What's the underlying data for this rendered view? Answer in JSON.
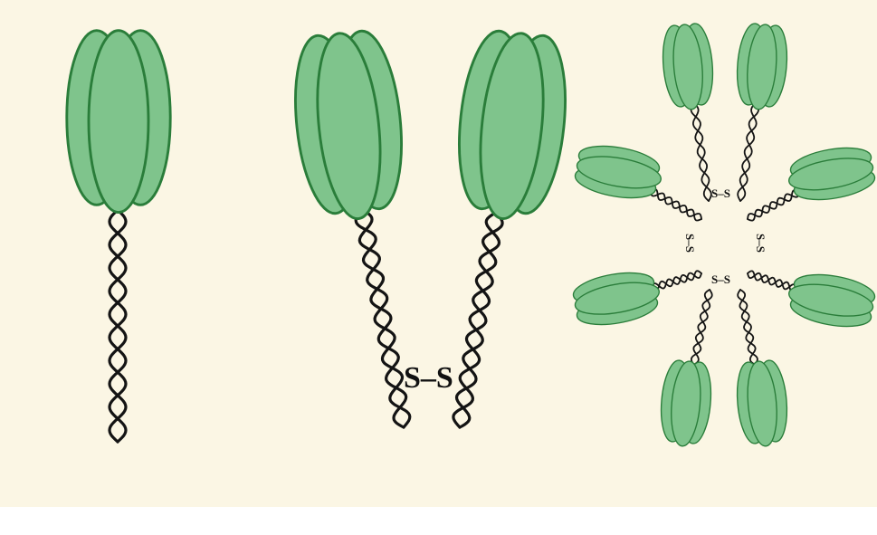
{
  "colors": {
    "background": "#fbf6e4",
    "page": "#ffffff",
    "head_fill": "#7fc48c",
    "head_stroke": "#2a7d3a",
    "tail": "#141414"
  },
  "labels": {
    "dimer_bond": "S–S",
    "hexamer_bond": "S–S",
    "hexamer_side_bond": "S–S"
  }
}
